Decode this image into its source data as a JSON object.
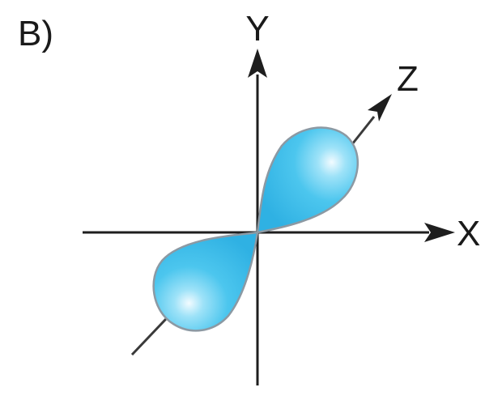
{
  "panel_label": "B)",
  "axes": {
    "x": "X",
    "y": "Y",
    "z": "Z"
  },
  "colors": {
    "lobe_fill": "#4cc6ee",
    "lobe_highlight": "#eefaff",
    "lobe_outline": "#8c99a3",
    "axis": "#1e1e1e"
  },
  "orbital": {
    "shape": "p-orbital",
    "orientation": "z-axis",
    "lobes": 2
  }
}
